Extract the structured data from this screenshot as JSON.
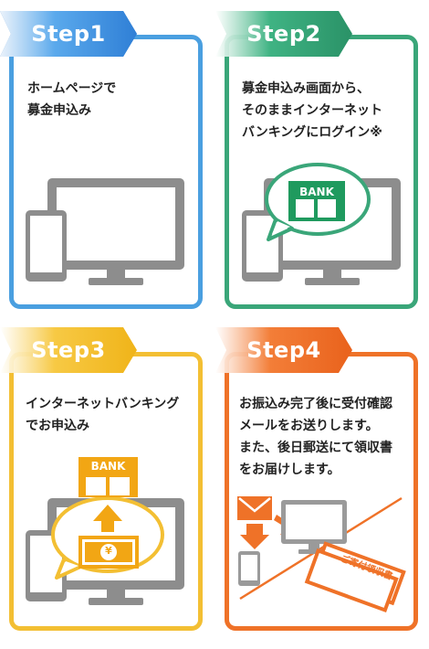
{
  "steps": [
    {
      "label": "Step1",
      "color": "#4a9fe0",
      "lines": [
        "ホームページで",
        "募金申込み"
      ]
    },
    {
      "label": "Step2",
      "color": "#3aa679",
      "lines": [
        "募金申込み画面から、",
        "そのままインターネット",
        "バンキングにログイン※"
      ]
    },
    {
      "label": "Step3",
      "color": "#f3bf33",
      "lines": [
        "インターネットバンキング",
        "でお申込み"
      ]
    },
    {
      "label": "Step4",
      "color": "#ef7228",
      "lines": [
        "お振込み完了後に受付確認",
        "メールをお送りします。",
        "また、後日郵送にて領収書",
        "をお届けします。"
      ]
    }
  ],
  "icons": {
    "bank_label": "BANK",
    "receipt_label": "ご寄付領収書",
    "yen_symbol": "¥"
  }
}
